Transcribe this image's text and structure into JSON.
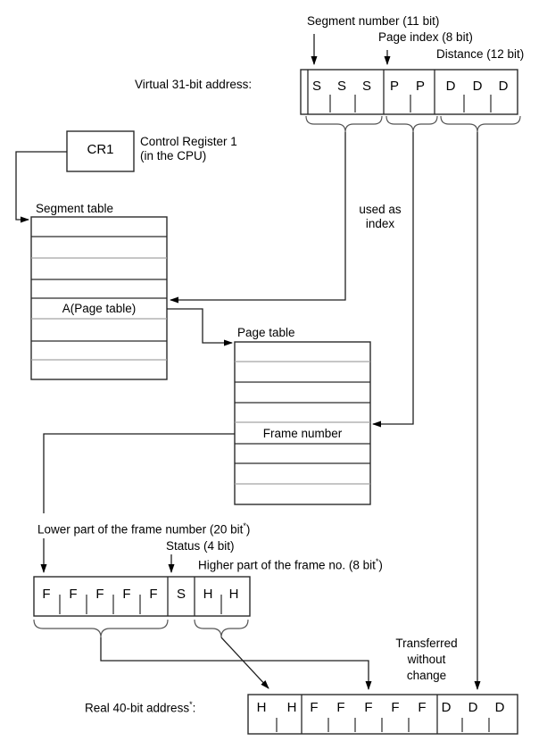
{
  "labels": {
    "segment_number": "Segment number (11 bit)",
    "page_index": "Page index (8 bit)",
    "distance": "Distance (12 bit)",
    "virtual_address": "Virtual 31-bit address:",
    "cr1": "CR1",
    "control_register_1": "Control Register 1",
    "control_register_2": "(in the CPU)",
    "segment_table": "Segment table",
    "used_as_1": "used as",
    "used_as_2": "index",
    "page_table": "Page table",
    "a_page_table": "A(Page table)",
    "frame_number": "Frame number",
    "lower_part": {
      "pre": "Lower part of the frame number (20 bit",
      "sup": "*",
      "post": ")"
    },
    "status": "Status (4 bit)",
    "higher_part": {
      "pre": "Higher part of the frame no. (8 bit",
      "sup": "*",
      "post": ")"
    },
    "transferred_1": "Transferred",
    "transferred_2": "without",
    "transferred_3": "change",
    "real_address": {
      "pre": "Real 40-bit address",
      "sup": "*",
      "post": ":"
    }
  },
  "letters": {
    "virtual": [
      "S",
      "S",
      "S",
      "P",
      "P",
      "D",
      "D",
      "D"
    ],
    "frame_entry": [
      "F",
      "F",
      "F",
      "F",
      "F",
      "S",
      "H",
      "H"
    ],
    "real": [
      "H",
      "H",
      "F",
      "F",
      "F",
      "F",
      "F",
      "D",
      "D",
      "D"
    ]
  },
  "colors": {
    "line": "#1f1f1f",
    "grid_gray": "#a3a3a3",
    "text": "#000000",
    "background": "#ffffff"
  }
}
